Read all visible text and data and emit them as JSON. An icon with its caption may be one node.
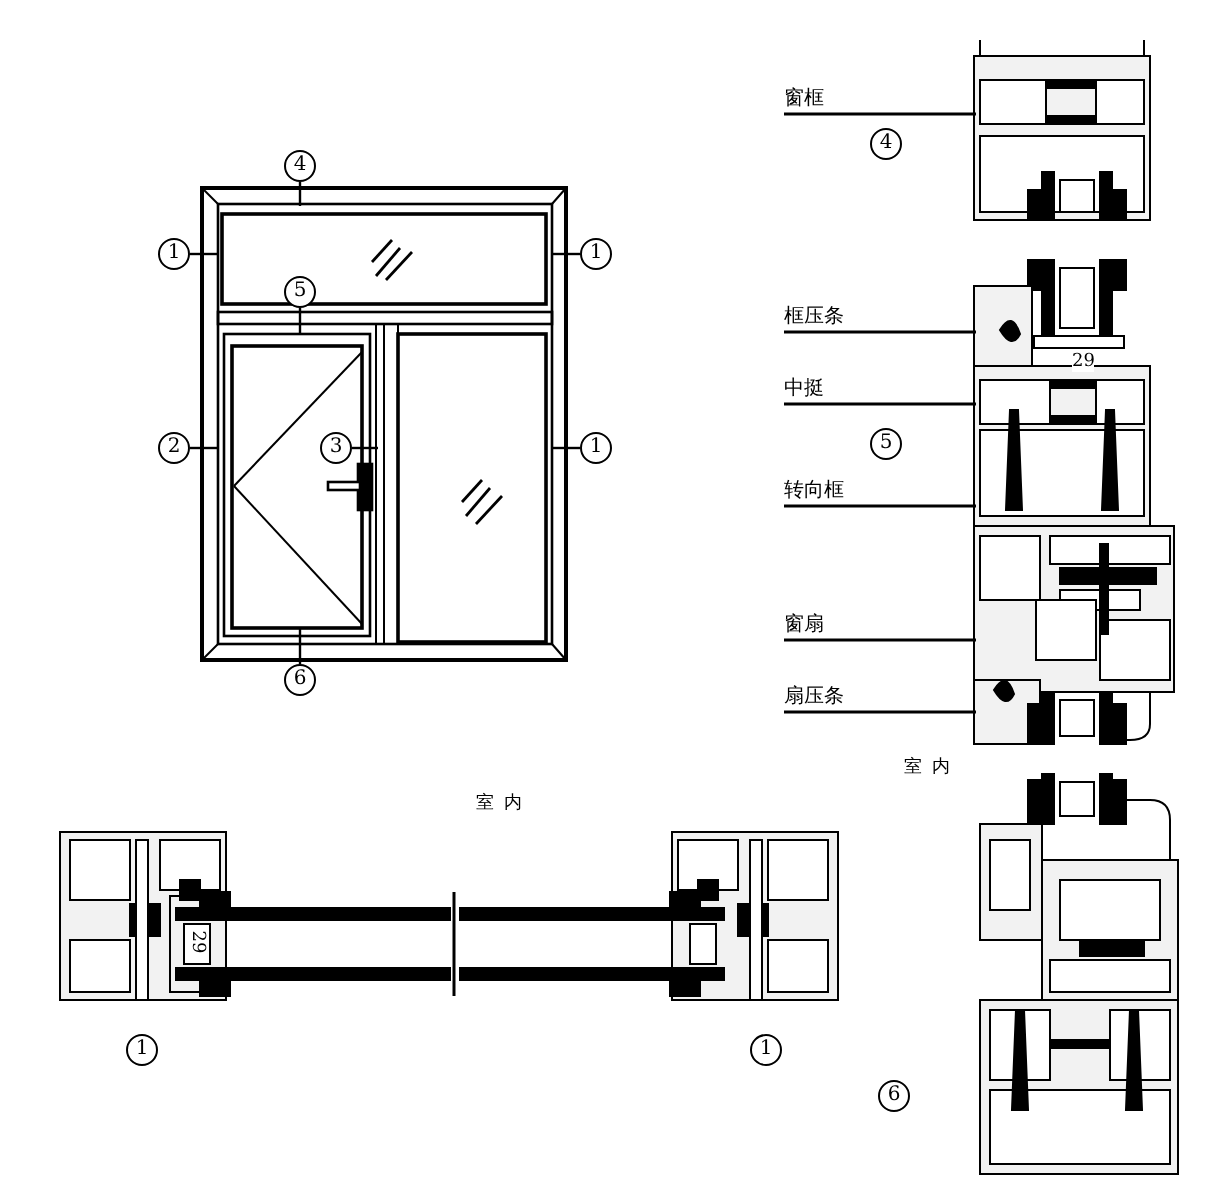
{
  "diagram": {
    "nodes": [
      {
        "text": [
          "4"
        ]
      },
      {
        "text": [
          "1"
        ]
      },
      {
        "text": [
          "1"
        ]
      },
      {
        "text": [
          "5"
        ]
      },
      {
        "text": [
          "2"
        ]
      },
      {
        "text": [
          "3"
        ]
      },
      {
        "text": [
          "1"
        ]
      },
      {
        "text": [
          "6"
        ]
      },
      {
        "text": [
          "窗框"
        ]
      },
      {
        "text": [
          "4"
        ]
      },
      {
        "text": [
          "框压条"
        ]
      },
      {
        "text": [
          "中挺"
        ]
      },
      {
        "text": [
          "5"
        ]
      },
      {
        "text": [
          "转向框"
        ]
      },
      {
        "text": [
          "窗扇"
        ]
      },
      {
        "text": [
          "扇压条"
        ]
      },
      {
        "text": [
          "1"
        ]
      },
      {
        "text": [
          "1"
        ]
      },
      {
        "text": [
          "6"
        ]
      }
    ],
    "edges": [
      {
        "from": 0,
        "to": null,
        "arrow": "none"
      },
      {
        "from": 1,
        "to": null,
        "arrow": "none"
      },
      {
        "from": 2,
        "to": null,
        "arrow": "none"
      },
      {
        "from": 3,
        "to": null,
        "arrow": "none"
      },
      {
        "from": 4,
        "to": null,
        "arrow": "none"
      },
      {
        "from": 5,
        "to": null,
        "arrow": "none"
      },
      {
        "from": 6,
        "to": null,
        "arrow": "none"
      },
      {
        "from": 7,
        "to": null,
        "arrow": "none"
      },
      {
        "from": 8,
        "to": null,
        "arrow": "none"
      },
      {
        "from": 10,
        "to": null,
        "arrow": "none"
      },
      {
        "from": 11,
        "to": null,
        "arrow": "none"
      },
      {
        "from": 13,
        "to": null,
        "arrow": "none"
      },
      {
        "from": 14,
        "to": null,
        "arrow": "none"
      },
      {
        "from": 15,
        "to": null,
        "arrow": "none"
      }
    ],
    "labels": [
      "29",
      "室内",
      "室内",
      "29"
    ]
  }
}
